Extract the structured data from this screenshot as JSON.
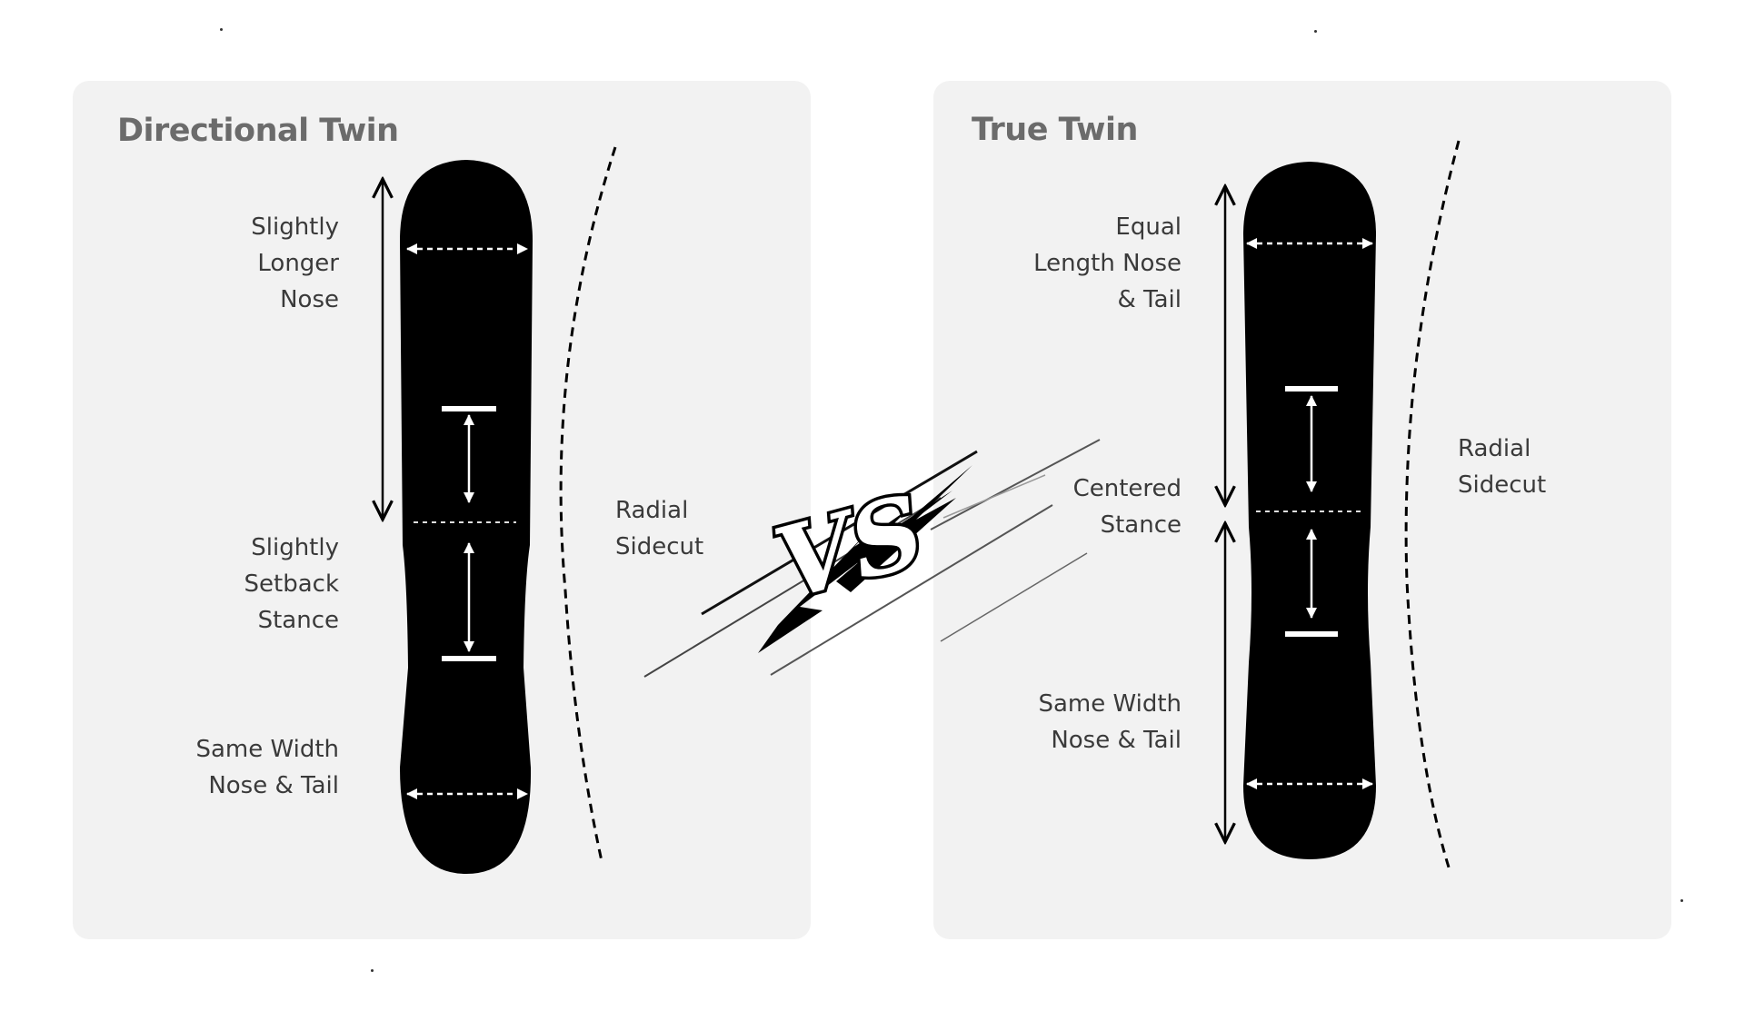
{
  "left_panel": {
    "title": "Directional Twin",
    "labels": {
      "nose": "Slightly\nLonger\nNose",
      "stance": "Slightly\nSetback\nStance",
      "width": "Same Width\nNose & Tail",
      "sidecut": "Radial\nSidecut"
    }
  },
  "right_panel": {
    "title": "True Twin",
    "labels": {
      "nose": "Equal\nLength Nose\n& Tail",
      "stance": "Centered\nStance",
      "width": "Same Width\nNose & Tail",
      "sidecut": "Radial\nSidecut"
    }
  },
  "versus": {
    "text": "VS"
  },
  "colors": {
    "panel_bg": "#f2f2f2",
    "board": "#000000",
    "text": "#3a3a3a",
    "title": "#6b6b6b"
  }
}
